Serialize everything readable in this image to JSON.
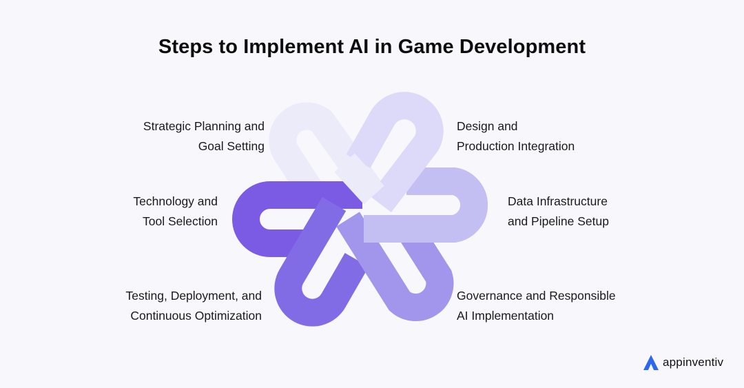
{
  "title": "Steps to Implement AI in Game Development",
  "steps": [
    {
      "line1": "Strategic Planning and",
      "line2": "Goal Setting"
    },
    {
      "line1": "Design and",
      "line2": "Production Integration"
    },
    {
      "line1": "Technology and",
      "line2": "Tool Selection"
    },
    {
      "line1": "Data Infrastructure",
      "line2": "and Pipeline Setup"
    },
    {
      "line1": "Testing, Deployment, and",
      "line2": "Continuous Optimization"
    },
    {
      "line1": "Governance and Responsible",
      "line2": "AI Implementation"
    }
  ],
  "brand": {
    "name": "appinventiv"
  },
  "colors": {
    "background": "#f8f8fc",
    "petal_top_left": "#ecebfa",
    "petal_top_right": "#dcdaf8",
    "petal_right": "#c4bff3",
    "petal_bottom_right": "#a296ec",
    "petal_bottom_left": "#826ce6",
    "petal_left": "#7b5ae4",
    "brand_blue": "#2f66ee"
  }
}
